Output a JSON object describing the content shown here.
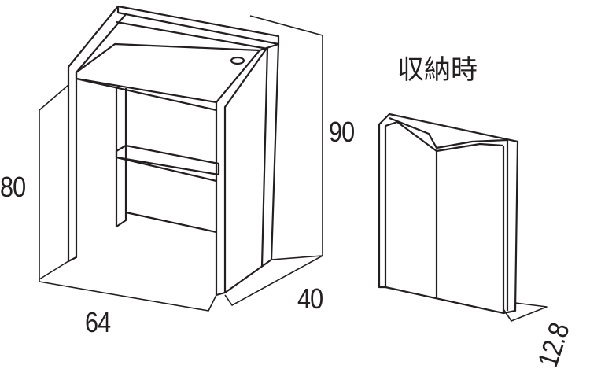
{
  "title": "収納時",
  "dimensions": {
    "height_total": "90",
    "height_desk": "80",
    "width": "64",
    "depth": "40",
    "folded_depth": "12.8"
  },
  "colors": {
    "line": "#231f20",
    "background": "#ffffff"
  }
}
